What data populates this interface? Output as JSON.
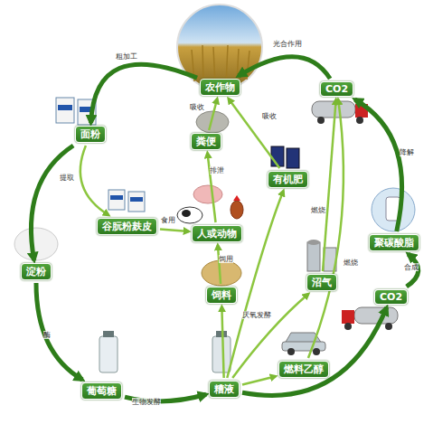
{
  "diagram": {
    "nodes": [
      {
        "text": [
          "农作物"
        ]
      },
      {
        "text": [
          "面粉"
        ]
      },
      {
        "text": [
          "谷朊粉麸皮"
        ]
      },
      {
        "text": [
          "淀粉"
        ]
      },
      {
        "text": [
          "葡萄糖"
        ]
      },
      {
        "text": [
          "糟液"
        ]
      },
      {
        "text": [
          "燃料乙醇"
        ]
      },
      {
        "text": [
          "沼气"
        ]
      },
      {
        "text": [
          "饲料"
        ]
      },
      {
        "text": [
          "人或动物"
        ]
      },
      {
        "text": [
          "粪便"
        ]
      },
      {
        "text": [
          "有机肥"
        ]
      },
      {
        "text": [
          "CO2"
        ]
      },
      {
        "text": [
          "聚碳酸脂"
        ]
      },
      {
        "text": [
          "CO2"
        ]
      }
    ],
    "edges": [
      {
        "from": 0,
        "to": 1,
        "label": "粗加工",
        "arrow": "to"
      },
      {
        "from": 1,
        "to": 2,
        "label": "提取",
        "arrow": "to"
      },
      {
        "from": 2,
        "to": 9,
        "label": "食用",
        "arrow": "to"
      },
      {
        "from": 1,
        "to": 3,
        "arrow": "to"
      },
      {
        "from": 3,
        "to": 4,
        "label": "酶",
        "arrow": "to"
      },
      {
        "from": 4,
        "to": 5,
        "label": "生物发酵",
        "arrow": "to"
      },
      {
        "from": 5,
        "to": 8,
        "arrow": "to"
      },
      {
        "from": 8,
        "to": 9,
        "label": "饲用",
        "arrow": "to"
      },
      {
        "from": 9,
        "to": 10,
        "label": "排泄",
        "arrow": "to"
      },
      {
        "from": 10,
        "to": 0,
        "label": "吸收",
        "arrow": "to"
      },
      {
        "from": 11,
        "to": 0,
        "label": "吸收",
        "arrow": "to"
      },
      {
        "from": 5,
        "to": 7,
        "label": "厌氧发酵",
        "arrow": "to"
      },
      {
        "from": 5,
        "to": 11,
        "arrow": "to"
      },
      {
        "from": 7,
        "to": 12,
        "label": "燃烧",
        "arrow": "to"
      },
      {
        "from": 6,
        "to": 12,
        "label": "燃烧",
        "arrow": "to"
      },
      {
        "from": 5,
        "to": 6,
        "arrow": "to"
      },
      {
        "from": 12,
        "to": 0,
        "label": "光合作用",
        "arrow": "to"
      },
      {
        "from": 14,
        "to": 13,
        "label": "合成",
        "arrow": "to"
      },
      {
        "from": 13,
        "to": 12,
        "label": "降解",
        "arrow": "to"
      },
      {
        "from": 5,
        "to": 14,
        "arrow": "to"
      }
    ]
  }
}
